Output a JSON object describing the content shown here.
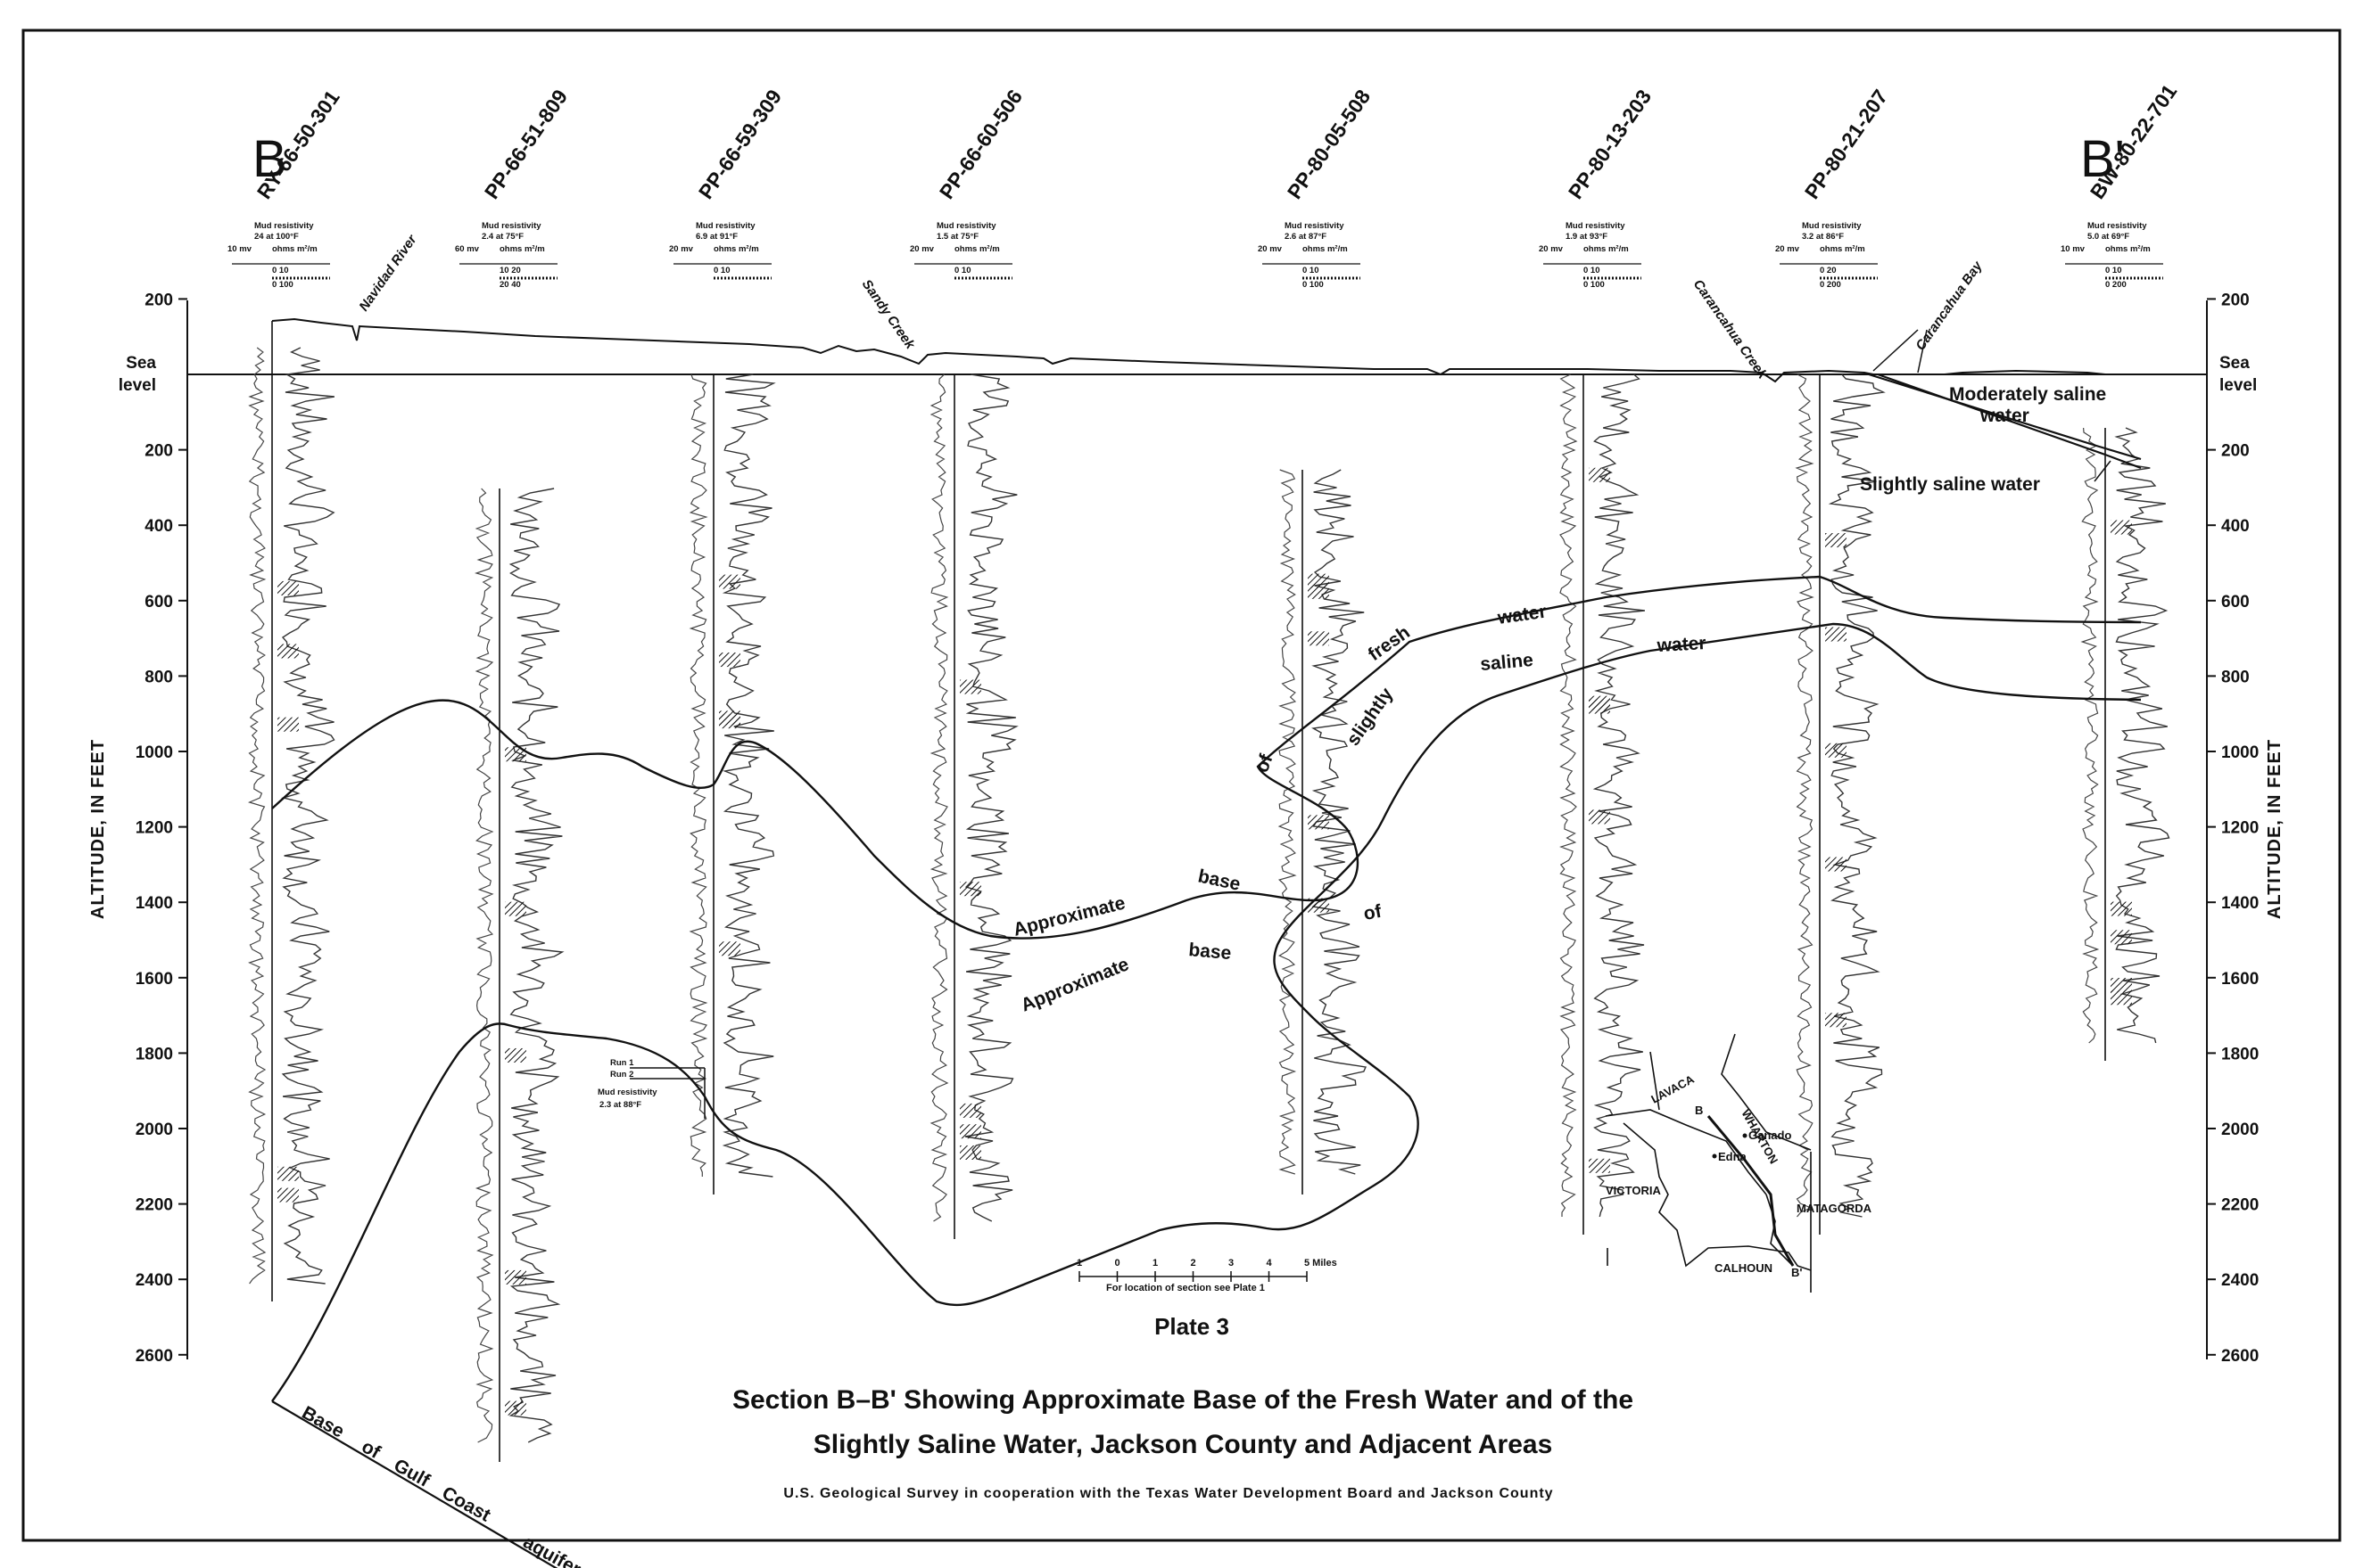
{
  "section": {
    "start_letter": "B",
    "end_letter": "B'",
    "sea_level_label_line1": "Sea",
    "sea_level_label_line2": "level",
    "axis_title": "ALTITUDE, IN FEET",
    "ticks_above": [
      "200"
    ],
    "ticks_below": [
      "200",
      "400",
      "600",
      "800",
      "1000",
      "1200",
      "1400",
      "1600",
      "1800",
      "2000",
      "2200",
      "2400",
      "2600"
    ]
  },
  "wells": [
    {
      "id": "RY-66-50-301",
      "mud_resistivity": "Mud resistivity",
      "mud_value": "24 at 100°F",
      "sp_scale": "10 mv",
      "res_units": "ohms m²/m",
      "res_scale1": "0          10",
      "res_scale2": "0         100"
    },
    {
      "id": "PP-66-51-809",
      "mud_resistivity": "Mud resistivity",
      "mud_value": "2.4 at 75°F",
      "sp_scale": "60 mv",
      "res_units": "ohms m²/m",
      "res_scale1": "10         20",
      "res_scale2": "20         40"
    },
    {
      "id": "PP-66-59-309",
      "mud_resistivity": "Mud resistivity",
      "mud_value": "6.9 at 91°F",
      "sp_scale": "20 mv",
      "res_units": "ohms m²/m",
      "res_scale1": "0                    10",
      "res_scale2": ""
    },
    {
      "id": "PP-66-60-506",
      "mud_resistivity": "Mud resistivity",
      "mud_value": "1.5 at 75°F",
      "sp_scale": "20 mv",
      "res_units": "ohms m²/m",
      "res_scale1": "0          10",
      "res_scale2": ""
    },
    {
      "id": "PP-80-05-508",
      "mud_resistivity": "Mud resistivity",
      "mud_value": "2.6 at 87°F",
      "sp_scale": "20 mv",
      "res_units": "ohms m²/m",
      "res_scale1": "0          10",
      "res_scale2": "0         100"
    },
    {
      "id": "PP-80-13-203",
      "mud_resistivity": "Mud resistivity",
      "mud_value": "1.9 at 93°F",
      "sp_scale": "20 mv",
      "res_units": "ohms m²/m",
      "res_scale1": "0          10",
      "res_scale2": "0         100"
    },
    {
      "id": "PP-80-21-207",
      "mud_resistivity": "Mud resistivity",
      "mud_value": "3.2 at 86°F",
      "sp_scale": "20 mv",
      "res_units": "ohms m²/m",
      "res_scale1": "0          20",
      "res_scale2": "0         200"
    },
    {
      "id": "BW-80-22-701",
      "mud_resistivity": "Mud resistivity",
      "mud_value": "5.0 at 69°F",
      "sp_scale": "10 mv",
      "res_units": "ohms m²/m",
      "res_scale1": "0          10",
      "res_scale2": "0         200"
    }
  ],
  "run_note": {
    "run1": "Run 1",
    "run2": "Run 2",
    "mud": "Mud resistivity",
    "mud_value": "2.3 at 88°F"
  },
  "features": {
    "navidad": "Navidad River",
    "sandy": "Sandy Creek",
    "carancahua_creek": "Carancahua Creek",
    "carancahua_bay": "Carancahua Bay"
  },
  "zones": {
    "moderately_1": "Moderately saline",
    "moderately_2": "water",
    "slightly_saline_water": "Slightly saline water",
    "fresh_approx": "Approximate",
    "fresh_base": "base",
    "fresh_of": "of",
    "fresh_fresh": "fresh",
    "fresh_water": "water",
    "saline_approx": "Approximate",
    "saline_base": "base",
    "saline_of": "of",
    "saline_slightly": "slightly",
    "saline_saline": "saline",
    "saline_water": "water",
    "gulf_base": "Base",
    "gulf_of": "of",
    "gulf_gulf": "Gulf",
    "gulf_coast": "Coast",
    "gulf_aquifer": "aquifer"
  },
  "scale_bar": {
    "labels": [
      "1",
      "0",
      "1",
      "2",
      "3",
      "4",
      "5 Miles"
    ],
    "note": "For location of section see Plate 1"
  },
  "location_map": {
    "lavaca": "LAVACA",
    "wharton": "WHARTON",
    "victoria": "VICTORIA",
    "matagorda": "MATAGORDA",
    "calhoun": "CALHOUN",
    "edna": "Edna",
    "ganado": "Ganado",
    "b_start": "B",
    "b_end": "B'"
  },
  "title": {
    "plate": "Plate   3",
    "line1": "Section B–B' Showing Approximate Base of the Fresh Water and of the",
    "line2": "Slightly Saline Water, Jackson County and Adjacent Areas",
    "credit": "U.S. Geological Survey in cooperation with the Texas Water Development Board and Jackson County"
  }
}
